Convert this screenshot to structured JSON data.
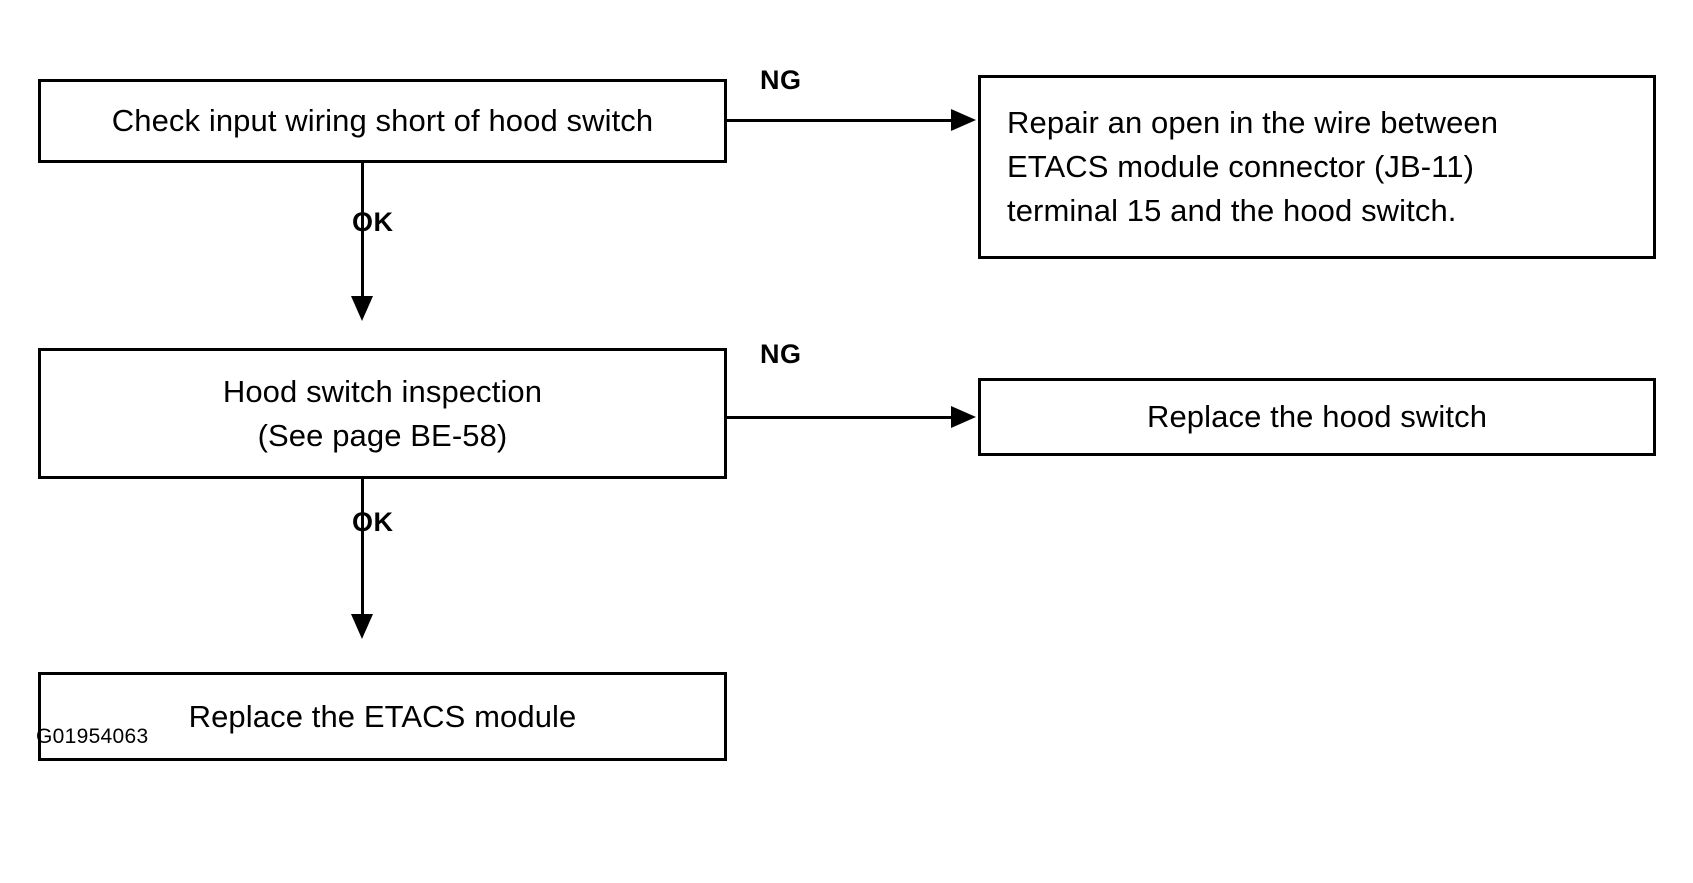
{
  "diagram": {
    "title": "Hood switch diagnostic flowchart",
    "figure_id": "G01954063",
    "colors": {
      "stroke": "#000000",
      "background": "#ffffff",
      "text": "#000000"
    },
    "nodes": [
      {
        "id": "check-input-wiring",
        "lines": [
          "Check input wiring short of hood switch"
        ]
      },
      {
        "id": "repair-wire",
        "lines": [
          "Repair an open in the wire between",
          "ETACS module connector (JB-11)",
          "terminal 15 and the hood switch."
        ]
      },
      {
        "id": "hood-switch-inspection",
        "lines": [
          "Hood switch inspection",
          "(See page BE-58)"
        ]
      },
      {
        "id": "replace-hood-switch",
        "lines": [
          "Replace the hood switch"
        ]
      },
      {
        "id": "replace-etacs-module",
        "lines": [
          "Replace the ETACS module"
        ]
      }
    ],
    "edges": [
      {
        "id": "edge-ng-1",
        "label": "NG",
        "from": "check-input-wiring",
        "to": "repair-wire",
        "direction": "right"
      },
      {
        "id": "edge-ok-1",
        "label": "OK",
        "from": "check-input-wiring",
        "to": "hood-switch-inspection",
        "direction": "down"
      },
      {
        "id": "edge-ng-2",
        "label": "NG",
        "from": "hood-switch-inspection",
        "to": "replace-hood-switch",
        "direction": "right"
      },
      {
        "id": "edge-ok-2",
        "label": "OK",
        "from": "hood-switch-inspection",
        "to": "replace-etacs-module",
        "direction": "down"
      }
    ]
  }
}
